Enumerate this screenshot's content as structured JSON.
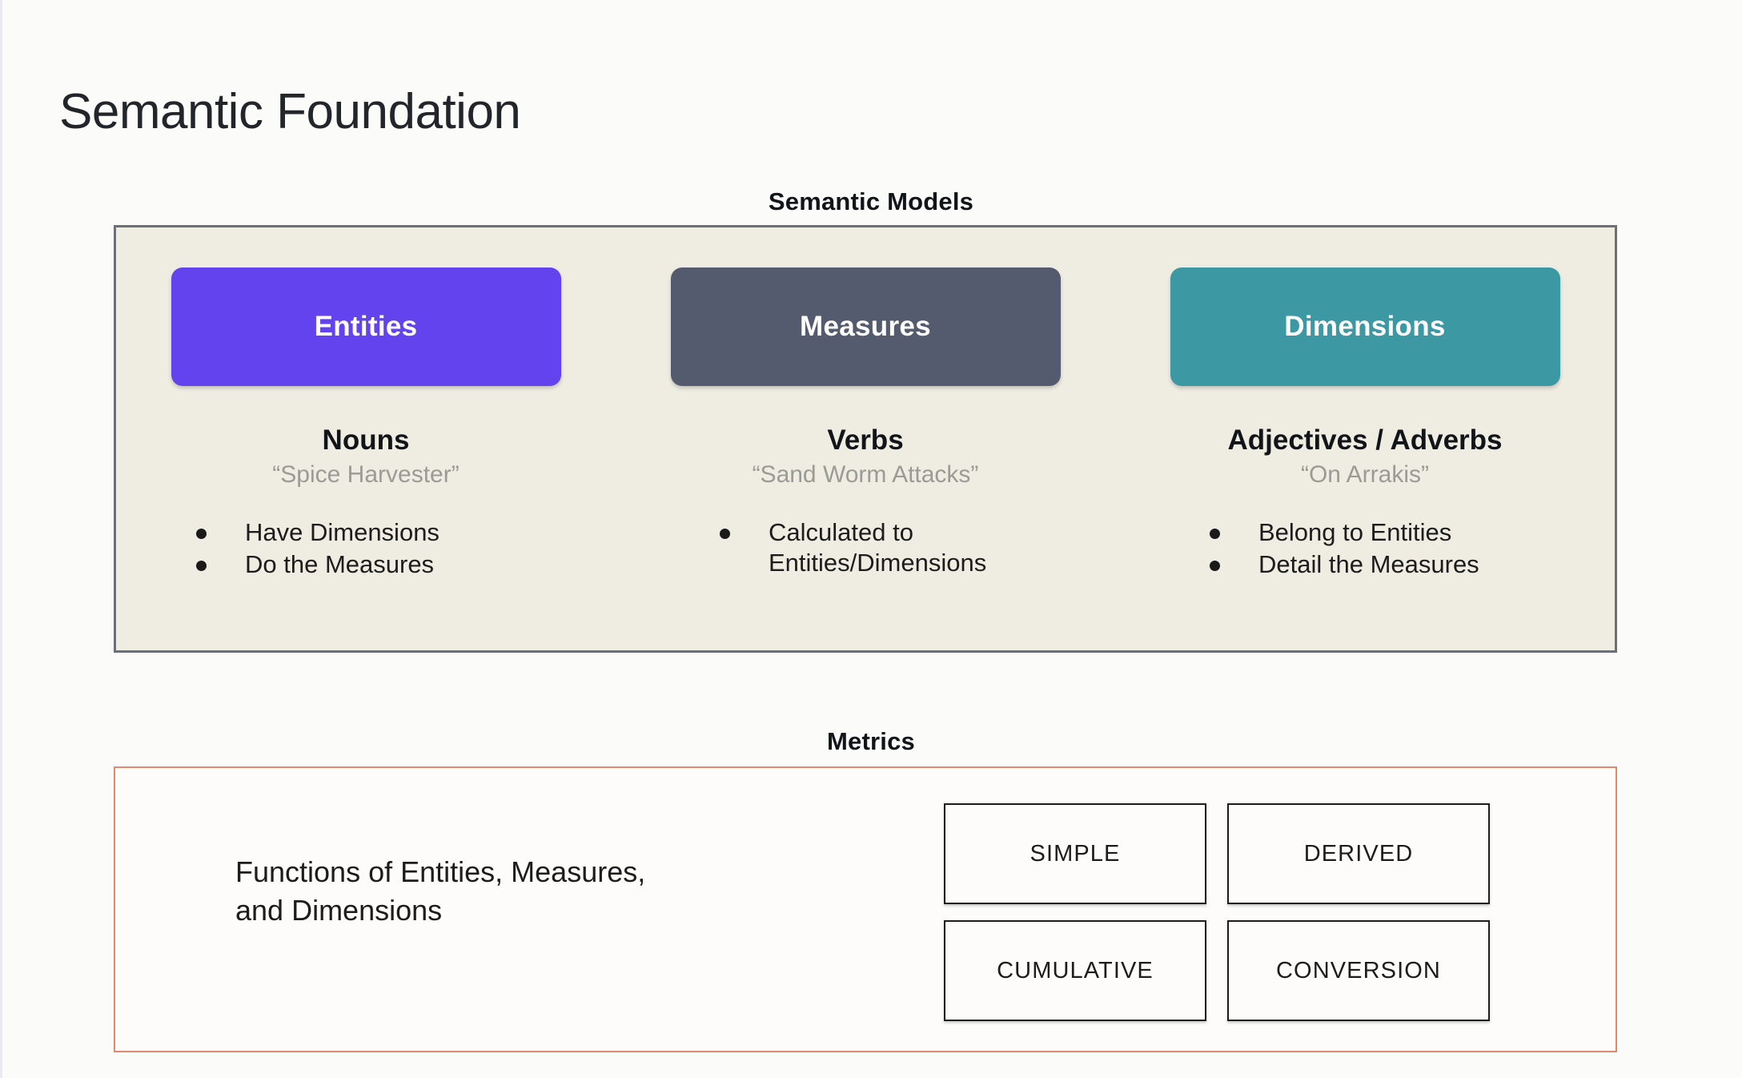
{
  "slide": {
    "title": "Semantic Foundation",
    "background_color": "#fbfbf9"
  },
  "semantic_models": {
    "heading": "Semantic Models",
    "panel_background": "#efede2",
    "panel_border_color": "#6b6f76",
    "columns": [
      {
        "pill_label": "Entities",
        "pill_color": "#6243ee",
        "part_of_speech": "Nouns",
        "example": "“Spice Harvester”",
        "bullets": [
          "Have Dimensions",
          "Do the Measures"
        ]
      },
      {
        "pill_label": "Measures",
        "pill_color": "#545b6e",
        "part_of_speech": "Verbs",
        "example": "“Sand Worm Attacks”",
        "bullets": [
          "Calculated to Entities/Dimensions"
        ]
      },
      {
        "pill_label": "Dimensions",
        "pill_color": "#3c98a2",
        "part_of_speech": "Adjectives / Adverbs",
        "example": "“On Arrakis”",
        "bullets": [
          "Belong to Entities",
          "Detail the Measures"
        ]
      }
    ]
  },
  "metrics": {
    "heading": "Metrics",
    "panel_border_color": "#e08a6c",
    "description_line_1": "Functions of Entities, Measures,",
    "description_line_2": "and Dimensions",
    "types": [
      "SIMPLE",
      "DERIVED",
      "CUMULATIVE",
      "CONVERSION"
    ]
  }
}
